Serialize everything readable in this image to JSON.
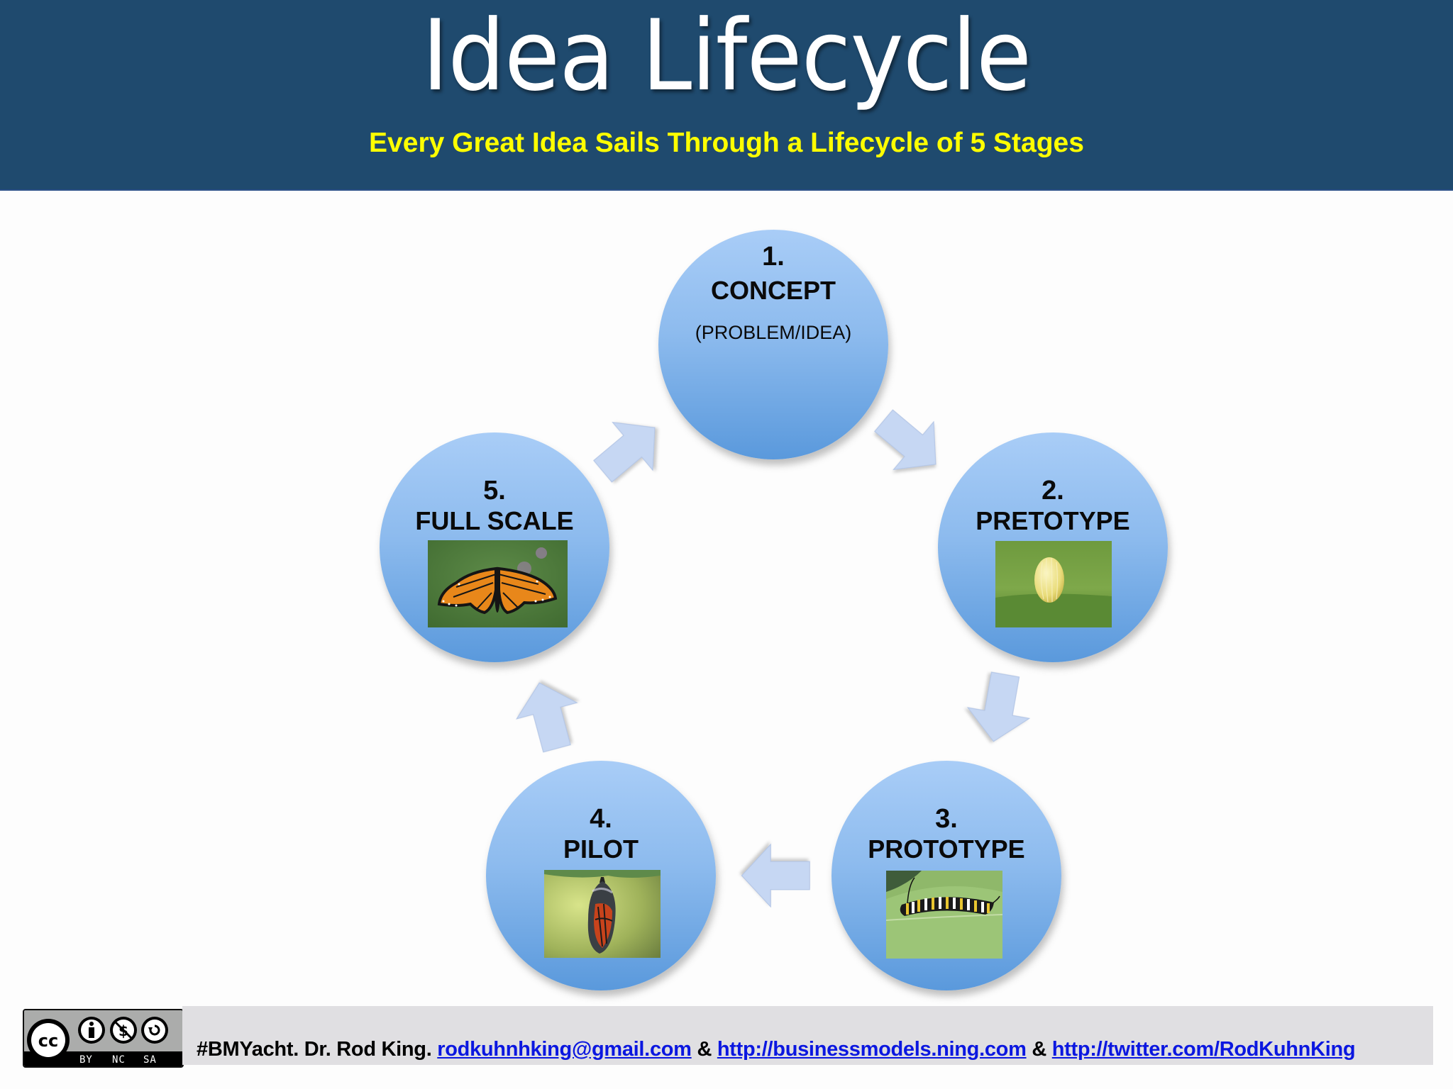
{
  "header": {
    "title": "Idea Lifecycle",
    "subtitle": "Every Great Idea Sails Through a Lifecycle of 5 Stages",
    "background_color": "#1f4a6e",
    "subtitle_color": "#ffff00"
  },
  "stages": [
    {
      "number": "1.",
      "name": "CONCEPT",
      "subtitle": "(PROBLEM/IDEA)",
      "image": null
    },
    {
      "number": "2.",
      "name": "PRETOTYPE",
      "image": "monarch-egg-photo"
    },
    {
      "number": "3.",
      "name": "PROTOTYPE",
      "image": "monarch-caterpillar-photo"
    },
    {
      "number": "4.",
      "name": "PILOT",
      "image": "monarch-chrysalis-photo"
    },
    {
      "number": "5.",
      "name": "FULL SCALE",
      "image": "monarch-butterfly-photo"
    }
  ],
  "arrows": [
    {
      "from": "1",
      "to": "2",
      "direction": "down-right"
    },
    {
      "from": "2",
      "to": "3",
      "direction": "down"
    },
    {
      "from": "3",
      "to": "4",
      "direction": "left"
    },
    {
      "from": "4",
      "to": "5",
      "direction": "up"
    },
    {
      "from": "5",
      "to": "1",
      "direction": "up-right"
    }
  ],
  "footer": {
    "license_badge": {
      "icons": [
        "cc-icon",
        "by-icon",
        "nc-icon",
        "sa-icon"
      ],
      "labels": [
        "BY",
        "NC",
        "SA"
      ],
      "cc_label": "cc"
    },
    "credit": "#BMYacht. Dr. Rod King.",
    "email": "rodkuhnhking@gmail.com",
    "sep1": "&",
    "link1": "http://businessmodels.ning.com",
    "sep2": "&",
    "link2": "http://twitter.com/RodKuhnKing",
    "link_color": "#0b17e0"
  },
  "colors": {
    "circle_top": "#a9cdf7",
    "circle_bottom": "#5a99dc",
    "arrow_fill": "#c6d7f3"
  }
}
